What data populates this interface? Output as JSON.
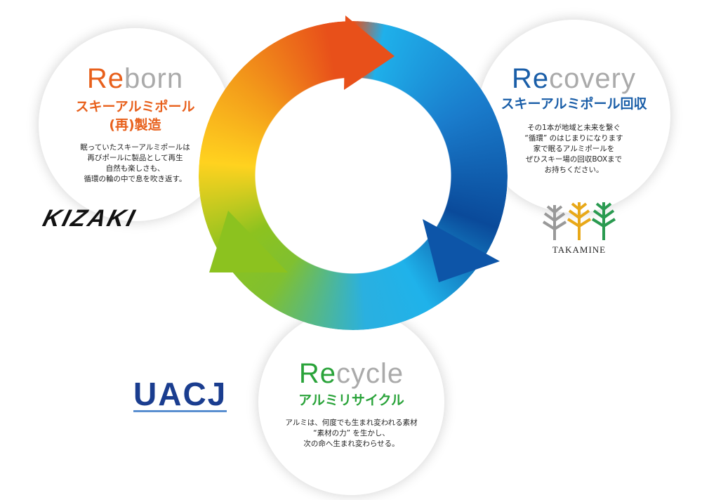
{
  "reborn": {
    "title_accent": "Re",
    "title_rest": "born",
    "subtitle": "スキーアルミポール\n(再)製造",
    "body": "眠っていたスキーアルミポールは\n再びポールに製品として再生\n自然も楽しさも、\n循環の輪の中で息を吹き返す。",
    "color": "#e8601c"
  },
  "recovery": {
    "title_accent": "Re",
    "title_rest": "covery",
    "subtitle": "スキーアルミポール回収",
    "body": "その1本が地域と未来を繋ぐ\n“循環” のはじまりになります\n家で眠るアルミポールを\nぜひスキー場の回収BOXまで\nお持ちください。",
    "color": "#1a5ea8"
  },
  "recycle": {
    "title_accent": "Re",
    "title_rest": "cycle",
    "subtitle": "アルミリサイクル",
    "body": "アルミは、何度でも生まれ変われる素材\n“素材の力” を生かし、\n次の命へ生まれ変わらせる。",
    "color": "#2aa33a"
  },
  "logos": {
    "kizaki": "KIZAKI",
    "uacj": "UACJ",
    "takamine": "TAKAMINE"
  }
}
